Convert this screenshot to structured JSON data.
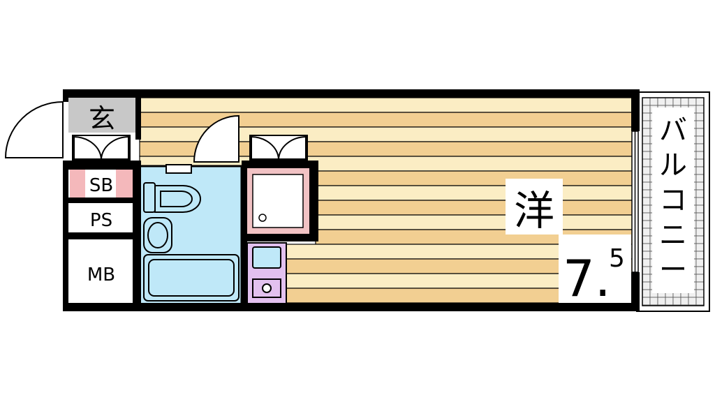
{
  "floor_plan": {
    "entrance_label": "玄",
    "shoe_box_label": "SB",
    "pipe_space_label": "PS",
    "meter_box_label": "MB",
    "room_type_label": "洋",
    "room_size_main": "7.",
    "room_size_fraction": "5",
    "balcony_label": "バルコニー"
  },
  "colors": {
    "wall": "#000000",
    "flooring_light": "#fbedc4",
    "flooring_dark": "#f2cf92",
    "bath": "#bfe8f8",
    "entrance_floor": "#c8c8c8",
    "shoe_box": "#f4b8bb",
    "laundry": "#f1c2c4",
    "kitchen": "#e2c1ef",
    "balcony_tile": "#f0f0f0"
  }
}
